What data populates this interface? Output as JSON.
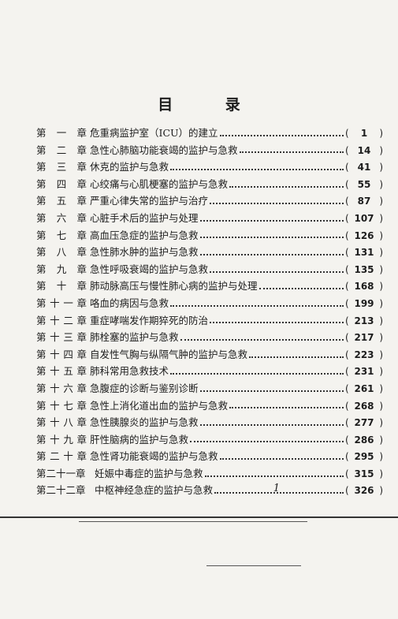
{
  "heading": "目 录",
  "entries": [
    {
      "chapter": "第一章",
      "title": "危重病监护室（ICU）的建立",
      "page": "1"
    },
    {
      "chapter": "第二章",
      "title": "急性心肺脑功能衰竭的监护与急救",
      "page": "14"
    },
    {
      "chapter": "第三章",
      "title": "休克的监护与急救",
      "page": "41"
    },
    {
      "chapter": "第四章",
      "title": "心绞痛与心肌梗塞的监护与急救",
      "page": "55"
    },
    {
      "chapter": "第五章",
      "title": "严重心律失常的监护与治疗",
      "page": "87"
    },
    {
      "chapter": "第六章",
      "title": "心脏手术后的监护与处理",
      "page": "107"
    },
    {
      "chapter": "第七章",
      "title": "高血压急症的监护与急救",
      "page": "126"
    },
    {
      "chapter": "第八章",
      "title": "急性肺水肿的监护与急救",
      "page": "131"
    },
    {
      "chapter": "第九章",
      "title": "急性呼吸衰竭的监护与急救",
      "page": "135"
    },
    {
      "chapter": "第十章",
      "title": "肺动脉高压与慢性肺心病的监护与处理",
      "page": "168"
    },
    {
      "chapter": "第十一章",
      "title": "咯血的病因与急救",
      "page": "199"
    },
    {
      "chapter": "第十二章",
      "title": "重症哮喘发作期猝死的防治",
      "page": "213"
    },
    {
      "chapter": "第十三章",
      "title": "肺栓塞的监护与急救",
      "page": "217"
    },
    {
      "chapter": "第十四章",
      "title": "自发性气胸与纵隔气肿的监护与急救",
      "page": "223"
    },
    {
      "chapter": "第十五章",
      "title": "肺科常用急救技术",
      "page": "231"
    },
    {
      "chapter": "第十六章",
      "title": "急腹症的诊断与鉴别诊断",
      "page": "261"
    },
    {
      "chapter": "第十七章",
      "title": "急性上消化道出血的监护与急救",
      "page": "268"
    },
    {
      "chapter": "第十八章",
      "title": "急性胰腺炎的监护与急救",
      "page": "277"
    },
    {
      "chapter": "第十九章",
      "title": "肝性脑病的监护与急救",
      "page": "286"
    },
    {
      "chapter": "第二十章",
      "title": "急性肾功能衰竭的监护与急救",
      "page": "295"
    },
    {
      "chapter": "第二十一章",
      "title": "妊娠中毒症的监护与急救",
      "page": "315"
    },
    {
      "chapter": "第二十二章",
      "title": "中枢神经急症的监护与急救",
      "page": "326"
    }
  ],
  "folio": "1"
}
